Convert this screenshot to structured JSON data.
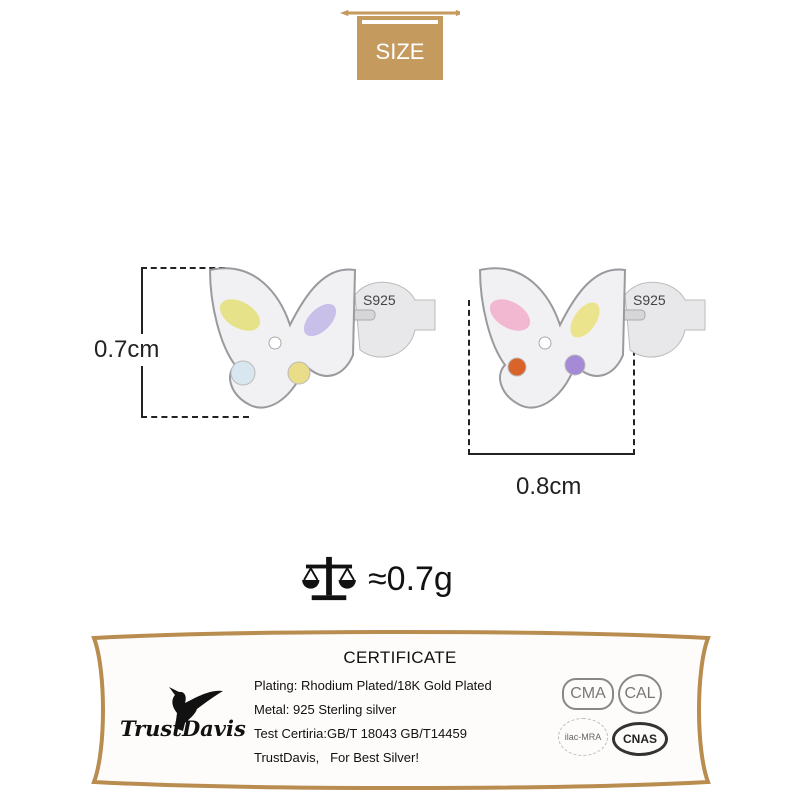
{
  "banner": {
    "label": "SIZE",
    "color": "#c59a5e"
  },
  "product": {
    "name": "Butterfly stud earrings",
    "stamp_left": "S925",
    "stamp_right": "S925",
    "height_label": "0.7cm",
    "width_label": "0.8cm"
  },
  "weight": {
    "icon": "scale-icon",
    "label": "≈0.7g"
  },
  "certificate": {
    "title": "CERTIFICATE",
    "lines": [
      "Plating: Rhodium Plated/18K Gold Plated",
      "Metal: 925 Sterling silver",
      "Test Certiria:GB/T 18043 GB/T14459",
      "TrustDavis,   For Best Silver!"
    ],
    "brand": "TrustDavis",
    "badges": [
      "CMA",
      "CAL",
      "ilac-MRA",
      "CNAS"
    ],
    "border_color": "#b98c4f"
  }
}
